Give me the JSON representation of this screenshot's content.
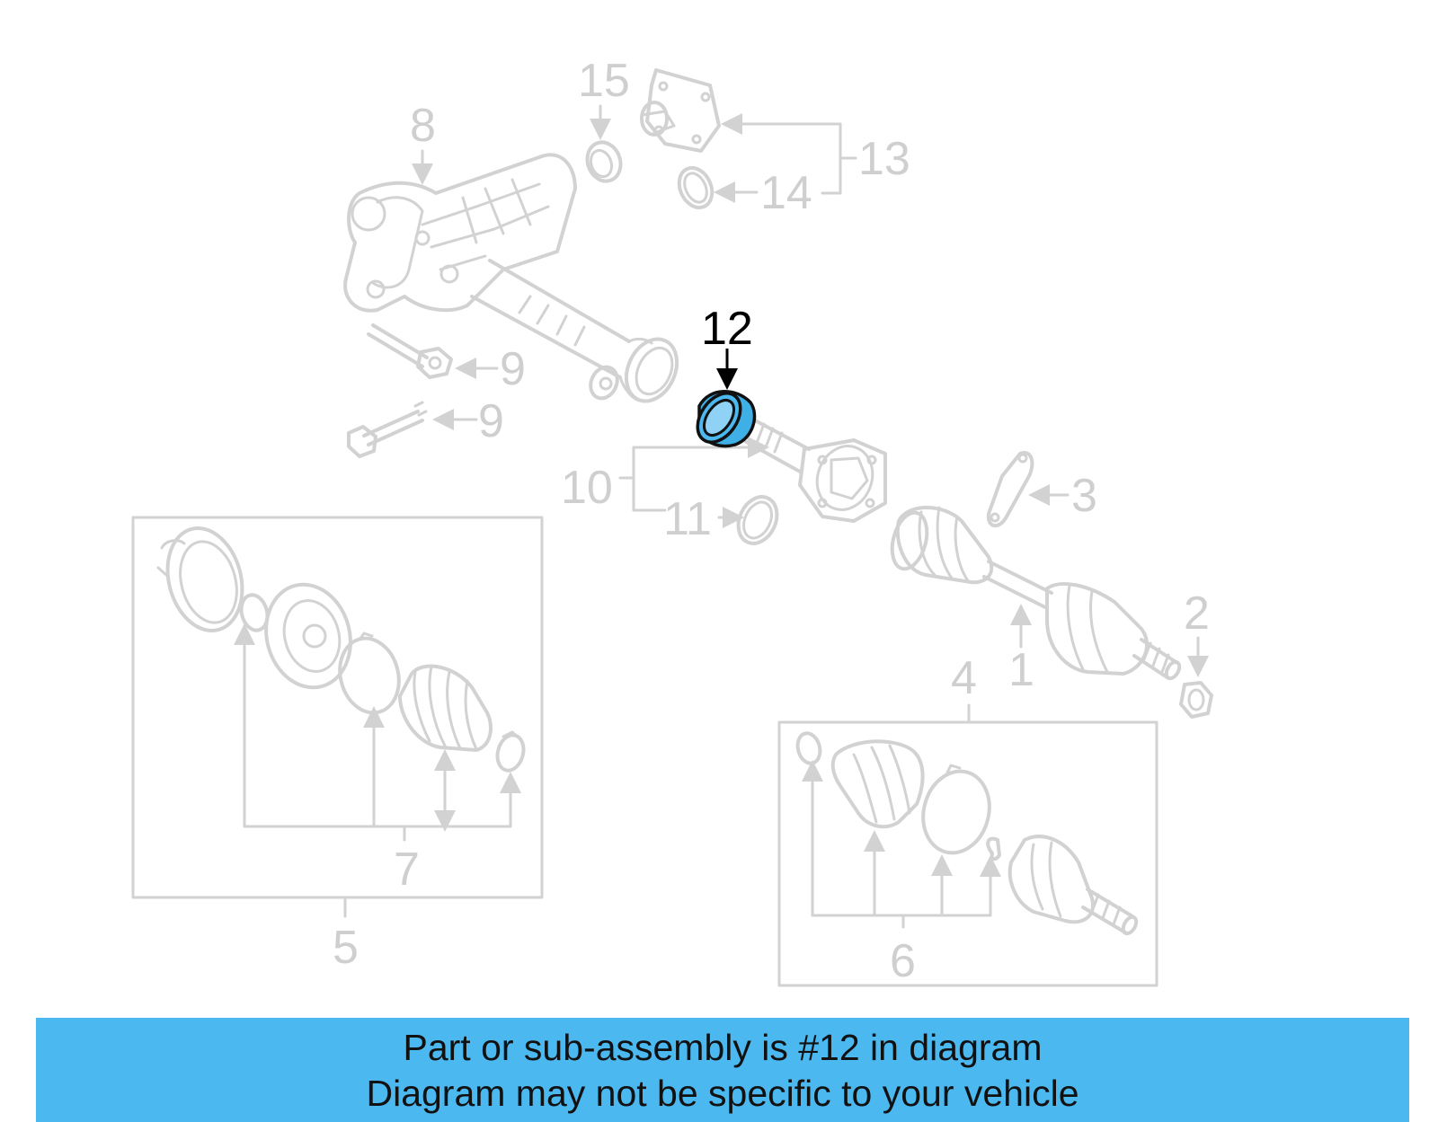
{
  "diagram": {
    "callouts": {
      "c1": "1",
      "c2": "2",
      "c3": "3",
      "c4": "4",
      "c5": "5",
      "c6": "6",
      "c7": "7",
      "c8": "8",
      "c9a": "9",
      "c9b": "9",
      "c10": "10",
      "c11": "11",
      "c12": "12",
      "c13": "13",
      "c14": "14",
      "c15": "15"
    },
    "highlighted_part": "12",
    "highlight_color": "#3fb0e6",
    "line_color": "#d2d2d2"
  },
  "banner": {
    "line1": "Part or sub-assembly is #12 in diagram",
    "line2": "Diagram may not be specific to your vehicle",
    "background": "#4cb8f0"
  }
}
